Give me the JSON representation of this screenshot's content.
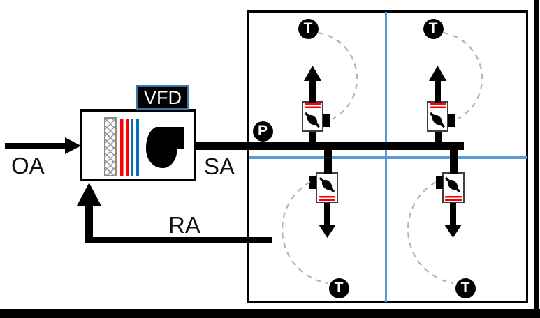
{
  "diagram": {
    "title": "Single-duct VAV air handling system schematic with four zones",
    "labels": {
      "outdoor_air": "OA",
      "supply_air": "SA",
      "return_air": "RA",
      "vfd": "VFD",
      "pressure_sensor": "P",
      "temperature_sensor": "T"
    },
    "ahu": {
      "components": [
        "filter",
        "heating-coil",
        "cooling-coil",
        "supply-fan"
      ],
      "fan_drive": "VFD"
    },
    "duct_sensor": {
      "type": "static-pressure",
      "symbol": "P",
      "location": "supply-duct"
    },
    "zones": [
      {
        "id": "zone-top-left",
        "sensor": "T",
        "terminal": "vav-damper",
        "airflow": "up"
      },
      {
        "id": "zone-top-right",
        "sensor": "T",
        "terminal": "vav-damper",
        "airflow": "up"
      },
      {
        "id": "zone-bottom-left",
        "sensor": "T",
        "terminal": "vav-damper",
        "airflow": "down"
      },
      {
        "id": "zone-bottom-right",
        "sensor": "T",
        "terminal": "vav-damper",
        "airflow": "down"
      }
    ],
    "colors": {
      "line": "#000000",
      "heating_coil": "#ff0000",
      "cooling_coil": "#0070c0",
      "zone_divider": "#5b9bd5",
      "vfd_border": "#3a76ad",
      "damper_stripe": "#ff0000",
      "sensor_link_dash": "#b3b3b3",
      "filter_hatch": "#9a9a9a"
    }
  }
}
